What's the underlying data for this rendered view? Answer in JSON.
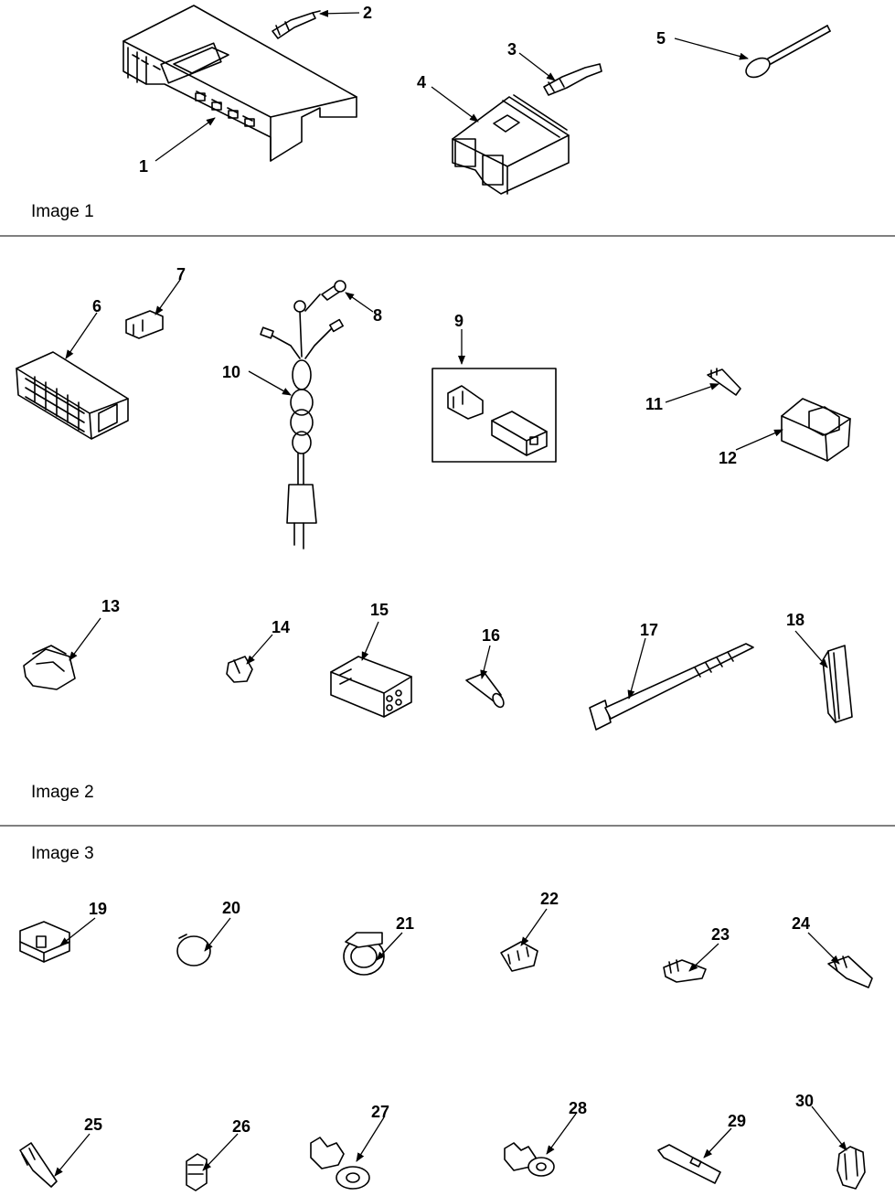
{
  "sections": {
    "image1": "Image 1",
    "image2": "Image 2",
    "image3": "Image 3"
  },
  "callouts": [
    "1",
    "2",
    "3",
    "4",
    "5",
    "6",
    "7",
    "8",
    "9",
    "10",
    "11",
    "12",
    "13",
    "14",
    "15",
    "16",
    "17",
    "18",
    "19",
    "20",
    "21",
    "22",
    "23",
    "24",
    "25",
    "26",
    "27",
    "28",
    "29",
    "30"
  ]
}
